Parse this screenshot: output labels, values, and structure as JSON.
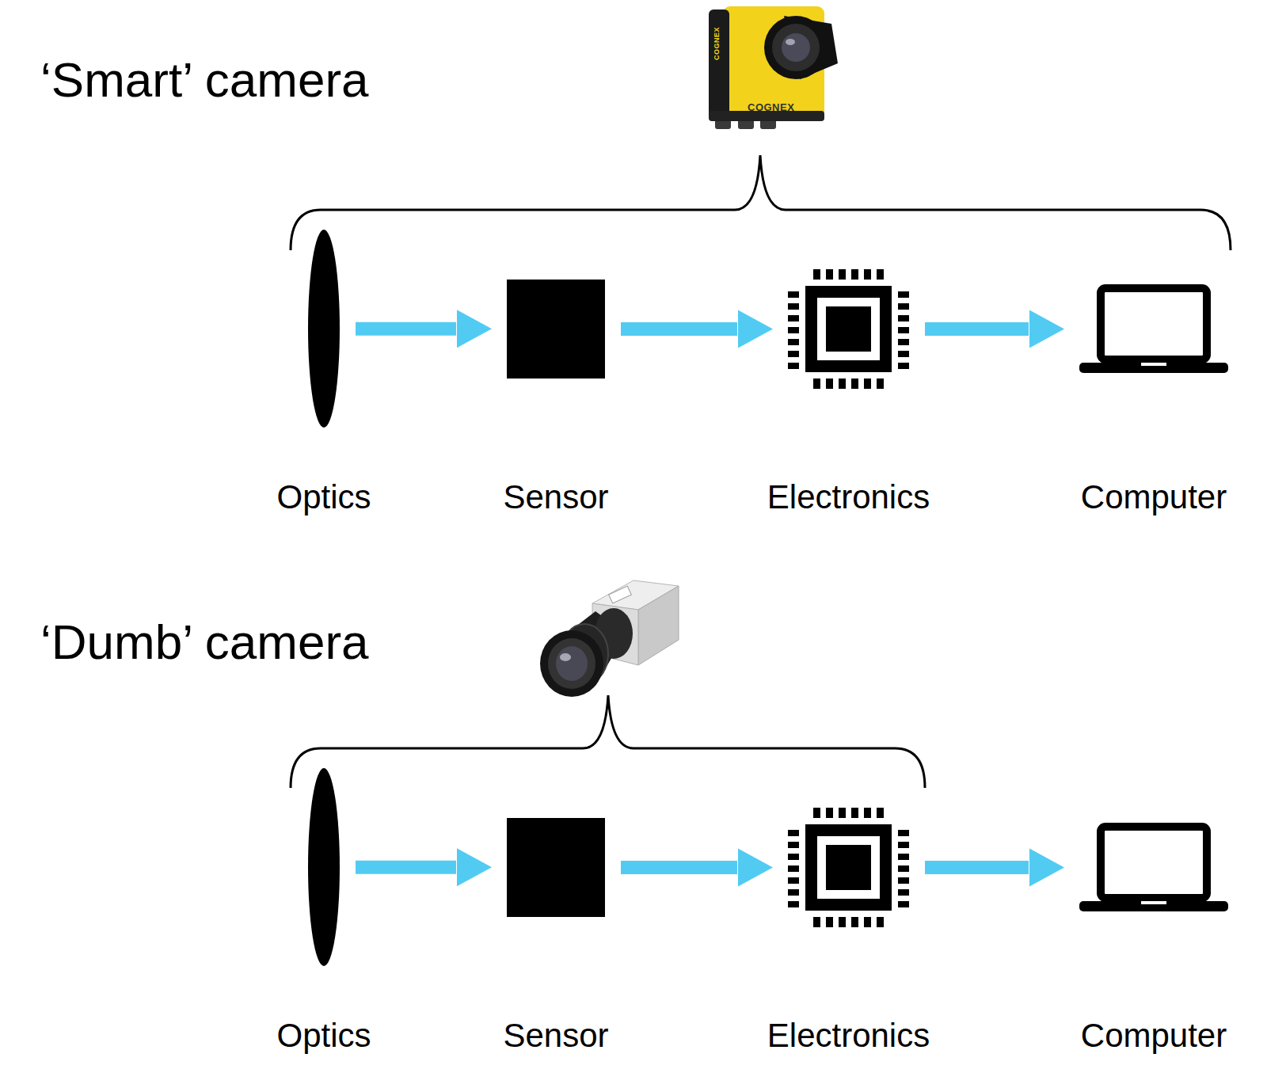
{
  "diagram": {
    "nodes": [
      {
        "text": [
          "Optics"
        ]
      },
      {
        "text": [
          "Sensor"
        ]
      },
      {
        "text": [
          "Electronics"
        ]
      },
      {
        "text": [
          "Computer"
        ]
      },
      {
        "text": [
          "Optics"
        ]
      },
      {
        "text": [
          "Sensor"
        ]
      },
      {
        "text": [
          "Electronics"
        ]
      },
      {
        "text": [
          "Computer"
        ]
      }
    ],
    "edges": [
      {
        "from": 0,
        "to": 1,
        "arrow": "to"
      },
      {
        "from": 1,
        "to": 2,
        "arrow": "to"
      },
      {
        "from": 2,
        "to": 3,
        "arrow": "to"
      },
      {
        "from": 4,
        "to": 5,
        "arrow": "to"
      },
      {
        "from": 5,
        "to": 6,
        "arrow": "to"
      },
      {
        "from": 6,
        "to": 7,
        "arrow": "to"
      }
    ],
    "labels": [
      "‘Smart’ camera",
      "COGNEX",
      "COGNEX",
      "‘Dumb’ camera"
    ]
  }
}
